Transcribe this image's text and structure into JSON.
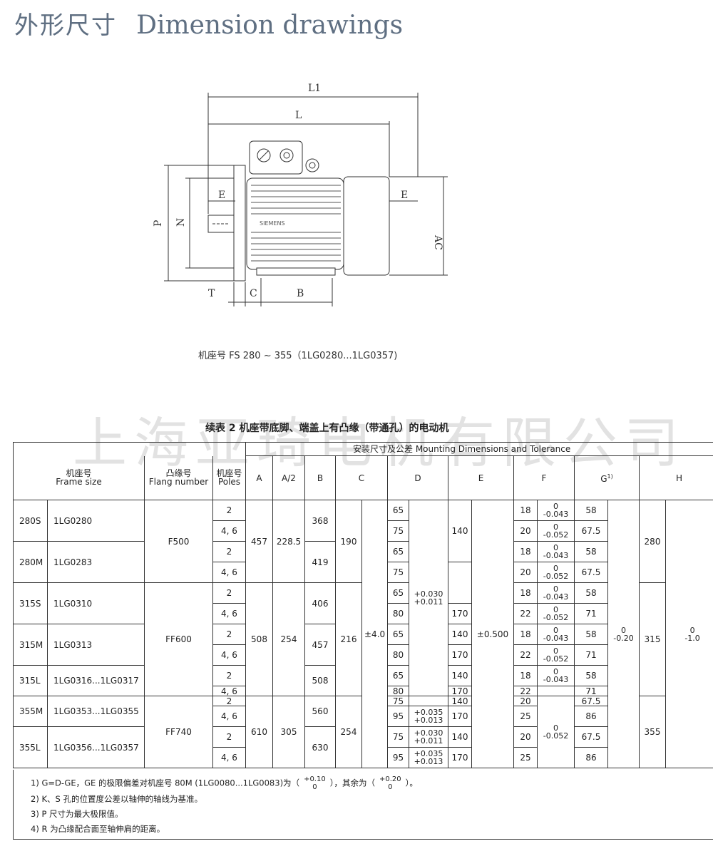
{
  "header": {
    "title_zh": "外形尺寸",
    "title_en": "Dimension drawings"
  },
  "drawing": {
    "labels": {
      "L1": "L1",
      "L": "L",
      "E_left": "E",
      "E_right": "E",
      "P": "P",
      "N": "N",
      "AC": "AC",
      "T": "T",
      "C": "C",
      "B": "B"
    },
    "nameplate": "SIEMENS"
  },
  "caption": "机座号 FS 280 ~ 355（1LG0280...1LG0357)",
  "watermark": "上海亚琦电机有限公司",
  "table": {
    "title": "续表 2  机座带底脚、端盖上有凸缘（带通孔）的电动机",
    "mounting_header": "安装尺寸及公差      Mounting Dimensions and Tolerance",
    "headers": {
      "frame_zh": "机座号",
      "frame_en": "Frame size",
      "flange_zh": "凸缘号",
      "flange_en": "Flang number",
      "poles_zh": "机座号",
      "poles_en": "Poles",
      "A": "A",
      "A2": "A/2",
      "B": "B",
      "C": "C",
      "D": "D",
      "E": "E",
      "F": "F",
      "G": "G",
      "G_sup": "1)",
      "H": "H"
    },
    "frames": [
      "280S",
      "280M",
      "315S",
      "315M",
      "315L",
      "355M",
      "355L"
    ],
    "types": [
      "1LG0280",
      "1LG0283",
      "1LG0310",
      "1LG0313",
      "1LG0316...1LG0317",
      "1LG0353...1LG0355",
      "1LG0356...1LG0357"
    ],
    "flanges": [
      "F500",
      "FF600",
      "FF740"
    ],
    "poles": [
      "2",
      "4, 6"
    ],
    "A": [
      "457",
      "508",
      "610"
    ],
    "A2": [
      "228.5",
      "254",
      "305"
    ],
    "B": [
      "368",
      "419",
      "406",
      "457",
      "508",
      "560",
      "630"
    ],
    "C": [
      "190",
      "216",
      "254"
    ],
    "C_tol": "±4.0",
    "D": [
      "65",
      "75",
      "65",
      "75",
      "65",
      "80",
      "65",
      "80",
      "65",
      "80",
      "75",
      "95",
      "75",
      "95"
    ],
    "D_tol": {
      "small": {
        "up": "+0.030",
        "down": "+0.011"
      },
      "large": {
        "up": "+0.035",
        "down": "+0.013"
      }
    },
    "E": [
      "140",
      "170",
      "140",
      "170",
      "140",
      "170",
      "140",
      "170",
      "140",
      "170"
    ],
    "E_tol": "±0.500",
    "F": [
      "18",
      "20",
      "18",
      "20",
      "18",
      "22",
      "18",
      "22",
      "18",
      "22",
      "20",
      "25",
      "20",
      "25"
    ],
    "F_tol": {
      "top": "0",
      "a": "-0.043",
      "b": "-0.052"
    },
    "G": [
      "58",
      "67.5",
      "58",
      "67.5",
      "58",
      "71",
      "58",
      "71",
      "58",
      "71",
      "67.5",
      "86",
      "67.5",
      "86"
    ],
    "G_tol": {
      "top": "0",
      "bottom": "-0.20"
    },
    "H": [
      "280",
      "315",
      "355"
    ],
    "H_tol": {
      "top": "0",
      "bottom": "-1.0"
    }
  },
  "notes": {
    "n1_pre": "1) G=D-GE，GE 的极限偏差对机座号 80M (1LG0080...1LG0083)为（",
    "n1_f1_up": "+0.10",
    "n1_f1_down": "0",
    "n1_mid": "），其余为（",
    "n1_f2_up": "+0.20",
    "n1_f2_down": "0",
    "n1_post": "）。",
    "n2": "2)  K、S 孔的位置度公差以轴伸的轴线为基准。",
    "n3": "3)  P 尺寸为最大极限值。",
    "n4": "4)  R 为凸缘配合面至轴伸肩的距离。"
  }
}
